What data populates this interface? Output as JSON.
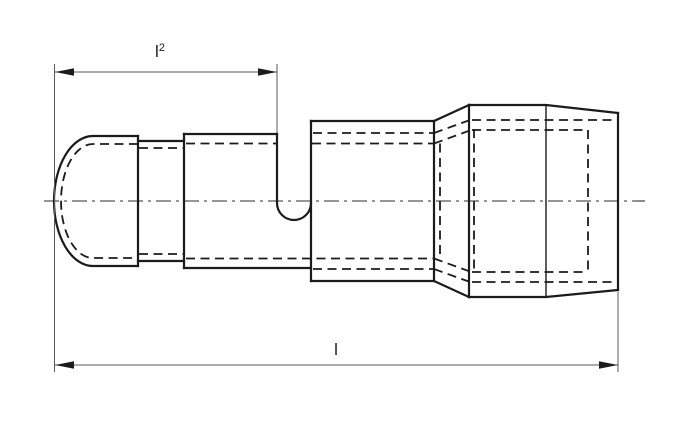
{
  "drawing": {
    "description": "Side-view engineering drawing of a round bullet connector with crimp barrel and insulation sleeve",
    "background": "#ffffff",
    "outline_color": "#1b1b1b",
    "thin_line_color": "#5a5a5a"
  },
  "dimensions": {
    "partial_length": {
      "base": "l",
      "sup": "2"
    },
    "overall_length": {
      "label": "l"
    }
  }
}
